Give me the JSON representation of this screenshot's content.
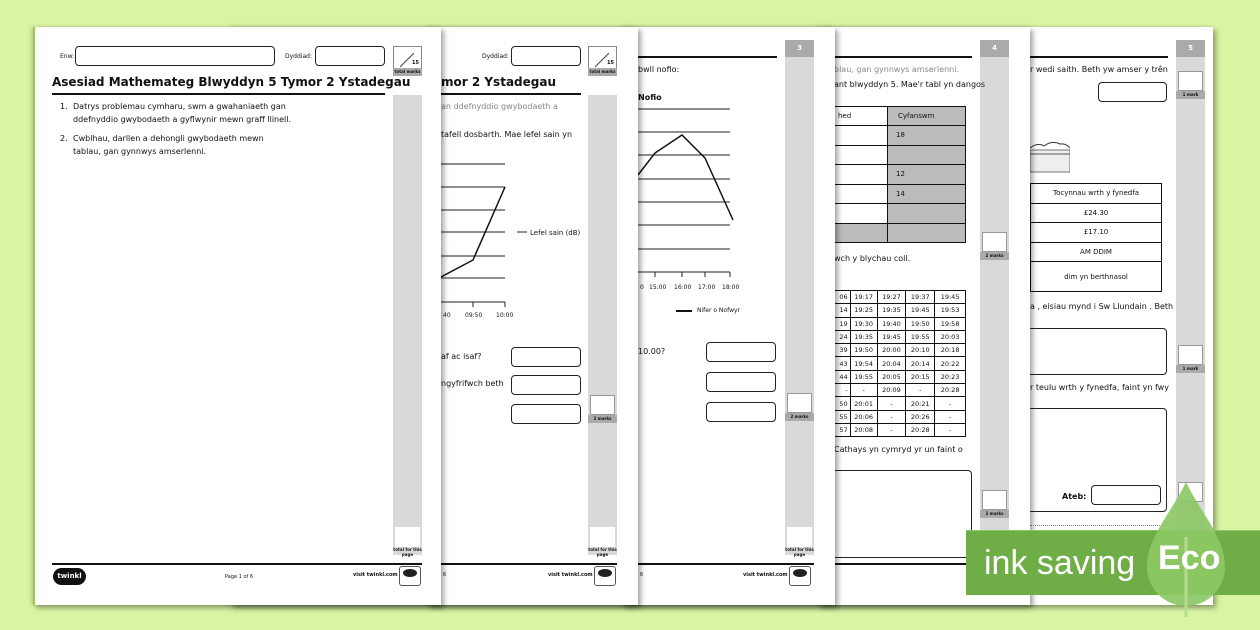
{
  "colors": {
    "background": "#d9f5a3",
    "eco_green": "#6fae46",
    "eco_drop": "#8cc865"
  },
  "header": {
    "name_label": "Enw:",
    "date_label": "Dyddiad:",
    "total_marks_value": "15",
    "total_marks_label": "total marks",
    "total_page_label": "total for this page"
  },
  "page1": {
    "title": "Asesiad Mathemateg Blwyddyn 5 Tymor 2 Ystadegau",
    "objectives": [
      {
        "num": "1.",
        "line1": "Datrys problemau cymharu, swm a gwahaniaeth gan",
        "line2": "ddefnyddio gwybodaeth a gyflwynir mewn graff llinell."
      },
      {
        "num": "2.",
        "line1": "Cwblhau, darllen a dehongli gwybodaeth mewn",
        "line2": "tablau, gan gynnwys amserlenni."
      }
    ],
    "logo": "twinkl",
    "page_label": "Page 1 of 6",
    "visit": "visit twinkl.com"
  },
  "page2": {
    "title_fragment": "mor 2 Ystadegau",
    "intro_fragment": "an ddefnyddio gwybodaeth a",
    "question_fragment": "tafell dosbarth. Mae lefel sain yn",
    "chart_x_ticks": [
      "40",
      "09:50",
      "10:00"
    ],
    "legend": "Lefel sain (dB)",
    "q1_fragment": "af ac isaf?",
    "q2_fragment": "ngyfrifwch beth",
    "marks": "2 marks",
    "page_fragment": "6",
    "visit": "visit twinkl.com"
  },
  "page3": {
    "number": "3",
    "intro_fragment": "bwll nofio:",
    "chart_title_fragment": "Nofio",
    "chart_x_ticks": [
      "0",
      "15:00",
      "16:00",
      "17:00",
      "18:00"
    ],
    "legend": "Nifer o Nofwyr",
    "q_fragment": "10.00?",
    "marks": "2 marks",
    "page_fragment": "6",
    "visit": "visit twinkl.com"
  },
  "page4": {
    "number": "4",
    "intro1_fragment": "blau, gan gynnwys amserlenni.",
    "intro2_fragment": "ant blwyddyn 5. Mae'r tabl yn dangos",
    "table_headers": [
      "hed",
      "Cyfanswm"
    ],
    "table_totals": [
      "18",
      "",
      "12",
      "14",
      "",
      ""
    ],
    "q_fragment": "wch y blychau coll.",
    "timetable": [
      [
        "06",
        "19:17",
        "19:27",
        "19:37",
        "19:45"
      ],
      [
        "14",
        "19:25",
        "19:35",
        "19:45",
        "19:53"
      ],
      [
        "19",
        "19:30",
        "19:40",
        "19:50",
        "19:58"
      ],
      [
        "24",
        "19:35",
        "19:45",
        "19:55",
        "20:03"
      ],
      [
        "39",
        "19:50",
        "20:00",
        "20:10",
        "20:18"
      ],
      [
        "43",
        "19:54",
        "20:04",
        "20:14",
        "20:22"
      ],
      [
        "44",
        "19:55",
        "20:05",
        "20:15",
        "20:23"
      ],
      [
        "-",
        "-",
        "20:09",
        "-",
        "20:28"
      ],
      [
        "50",
        "20:01",
        "-",
        "20:21",
        "-"
      ],
      [
        "55",
        "20:06",
        "-",
        "20:26",
        "-"
      ],
      [
        "57",
        "20:08",
        "-",
        "20:28",
        "-"
      ]
    ],
    "q2_fragment": "Cathays  yn cymryd yr un faint o",
    "marks": "2 marks"
  },
  "page5": {
    "number": "5",
    "q1_fragment": "r wedi saith. Beth yw amser y trên",
    "marks": "1 mark",
    "prices": [
      "Tocynnau wrth y fynedfa",
      "£24.30",
      "£17.10",
      "AM DDIM",
      "dim yn berthnasol"
    ],
    "q2_fragment": "a ,  eisiau mynd i Sw Llundain . Beth",
    "q3_fragment": "r teulu wrth y fynedfa, faint yn fwy",
    "answer_label": "Ateb:"
  },
  "eco": {
    "label": "ink saving",
    "badge": "Eco"
  }
}
